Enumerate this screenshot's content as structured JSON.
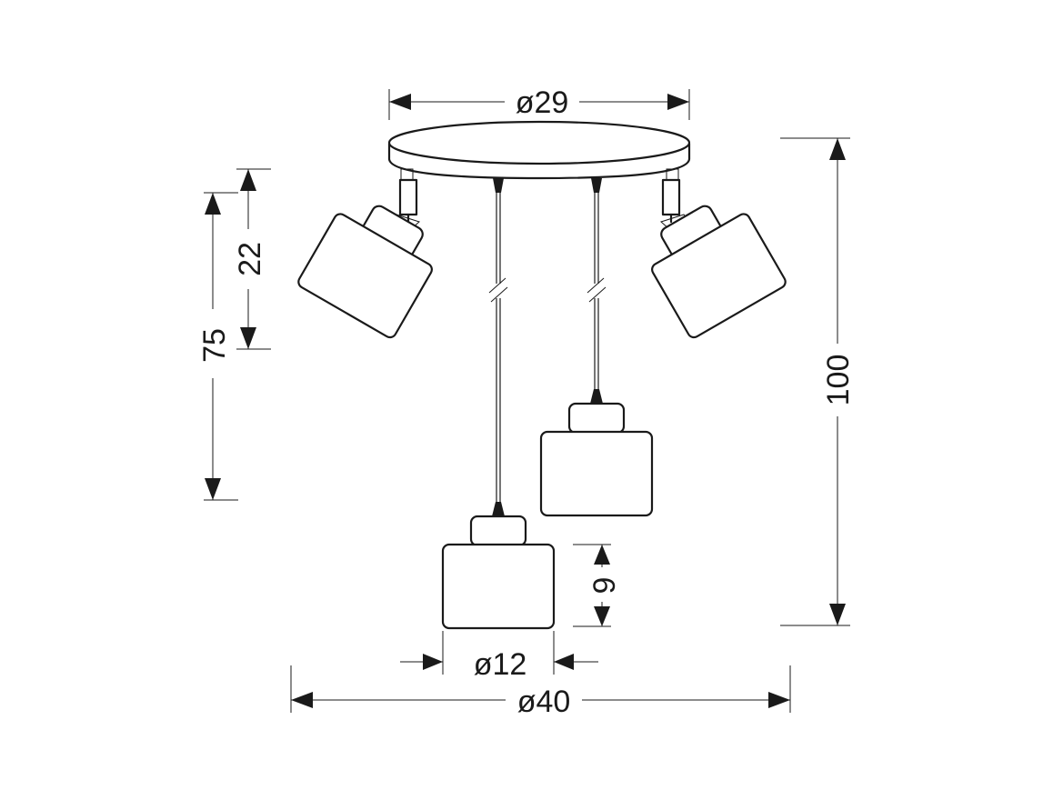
{
  "dimensions": {
    "canopy_diameter": "ø29",
    "overall_diameter": "ø40",
    "shade_diameter": "ø12",
    "shade_height": "9",
    "spot_height": "22",
    "inner_height": "75",
    "total_height": "100"
  },
  "colors": {
    "line": "#1a1a1a",
    "background": "#ffffff"
  }
}
